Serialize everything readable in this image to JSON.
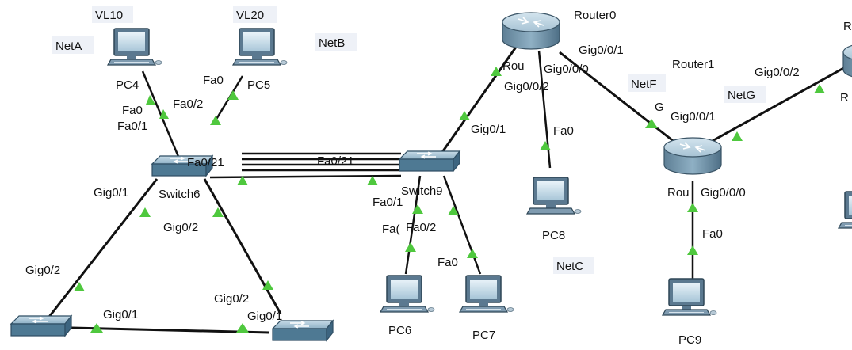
{
  "devices": {
    "router0": {
      "label": "Router0",
      "stub": "Rou"
    },
    "router1": {
      "label": "Router1",
      "stub": "Rou"
    },
    "router_r": {
      "stub_top": "R",
      "stub_mid": "R"
    },
    "switch6": {
      "label": "Switch6"
    },
    "switch9": {
      "label": "Switch9"
    },
    "pcs": {
      "pc4": "PC4",
      "pc5": "PC5",
      "pc6": "PC6",
      "pc7": "PC7",
      "pc8": "PC8",
      "pc9": "PC9"
    }
  },
  "notes": {
    "vl10": "VL10",
    "vl20": "VL20",
    "neta": "NetA",
    "netb": "NetB",
    "netc": "NetC",
    "netf": "NetF",
    "netg": "NetG"
  },
  "ports": {
    "pc4_fa0": "Fa0",
    "sw6_fa01": "Fa0/1",
    "pc5_fa0": "Fa0",
    "sw6_fa02": "Fa0/2",
    "sw6_fa021": "Fa0/21",
    "sw9_fa021": "Fa0/21",
    "sw6_gig01": "Gig0/1",
    "sw6_gig02": "Gig0/2",
    "bl_gig02": "Gig0/2",
    "bl_gig01": "Gig0/1",
    "br_gig02": "Gig0/2",
    "br_gig01": "Gig0/1",
    "sw9_gig01": "Gig0/1",
    "r0_gig002": "Gig0/0/2",
    "r0_gig000": "Gig0/0/0",
    "r0_gig001": "Gig0/0/1",
    "pc8_fa0": "Fa0",
    "sw9_fa01": "Fa0/1",
    "pc6_fa0": "Fa(",
    "sw9_fa02": "Fa0/2",
    "pc7_fa0": "Fa0",
    "r1_g": "G",
    "r1_gig001": "Gig0/0/1",
    "r1_gig000": "Gig0/0/0",
    "rr_gig002": "Gig0/0/2",
    "pc9_fa0": "Fa0"
  }
}
